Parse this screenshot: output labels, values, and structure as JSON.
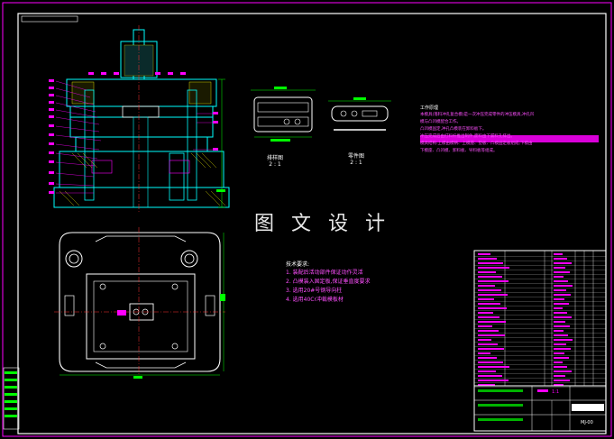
{
  "drawing": {
    "watermark": "图 文 设 计",
    "technical_requirements": {
      "title": "技术要求:",
      "items": [
        "1.  装配后活动部件保证动作灵活",
        "2.  凸模装入固定板,保证垂直度要求",
        "3.  选用20#号钢导向柱",
        "4.  选用40Cr冲裁模板材"
      ]
    },
    "detail_views": [
      {
        "name": "排样图",
        "scale": "2 : 1"
      },
      {
        "name": "零件图",
        "scale": "2 : 1"
      }
    ],
    "spec_text": {
      "title": "工作原理",
      "lines": [
        "本模具(落料冲孔复合模)是一次冲压完成零件的冲压模具,冲孔凹",
        "模与凸凹模配合工作。",
        "凸凹模固定,冲孔凸模装在卸料板下。",
        "冲压完成后由打料杆推出制件,废料由下漏料孔排出。",
        "",
        "模具结构:上模由模柄、上模座、垫板、凸模固定板组成;下模由",
        "下模座、凸凹模、卸料板、导料板等组成。"
      ]
    },
    "title_block": {
      "drawing_number": "MJ-00",
      "scale": "1:1"
    },
    "colors": {
      "frame": "#ffffff",
      "part": "#00ffff",
      "annotation": "#ff00ff",
      "dimension": "#00ff00",
      "centerline": "#ff3030",
      "hatch": "#ffff00"
    }
  }
}
